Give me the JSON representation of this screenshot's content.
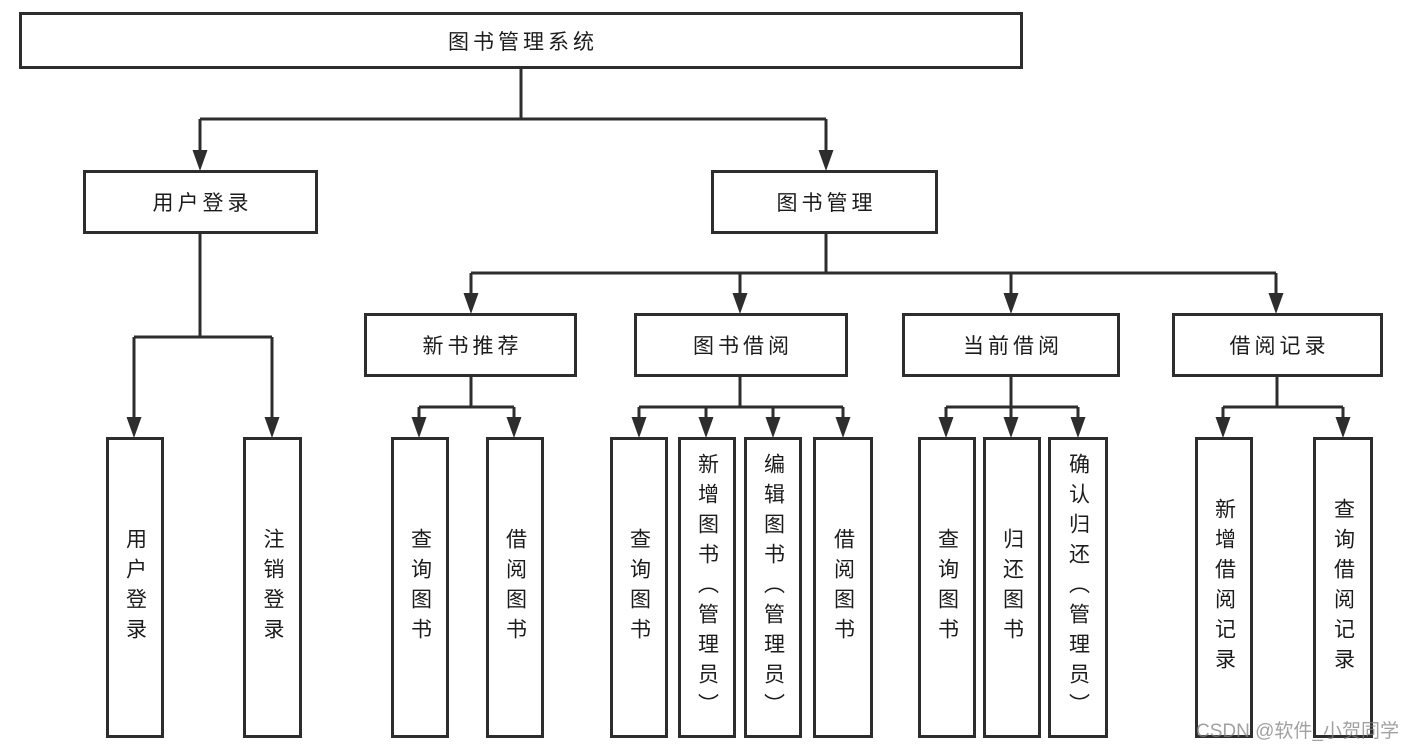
{
  "diagram": {
    "title": "图书管理系统",
    "root": {
      "label": "图书管理系统"
    },
    "level1": [
      {
        "label": "用户登录"
      },
      {
        "label": "图书管理"
      }
    ],
    "level2": [
      {
        "label": "新书推荐",
        "parent": "图书管理"
      },
      {
        "label": "图书借阅",
        "parent": "图书管理"
      },
      {
        "label": "当前借阅",
        "parent": "图书管理"
      },
      {
        "label": "借阅记录",
        "parent": "图书管理"
      }
    ],
    "leaves": [
      {
        "label": "用户登录",
        "parent": "用户登录"
      },
      {
        "label": "注销登录",
        "parent": "用户登录"
      },
      {
        "label": "查询图书",
        "parent": "新书推荐"
      },
      {
        "label": "借阅图书",
        "parent": "新书推荐"
      },
      {
        "label": "查询图书",
        "parent": "图书借阅"
      },
      {
        "label": "新增图书（管理员）",
        "parent": "图书借阅"
      },
      {
        "label": "编辑图书（管理员）",
        "parent": "图书借阅"
      },
      {
        "label": "借阅图书",
        "parent": "图书借阅"
      },
      {
        "label": "查询图书",
        "parent": "当前借阅"
      },
      {
        "label": "归还图书",
        "parent": "当前借阅"
      },
      {
        "label": "确认归还（管理员）",
        "parent": "当前借阅"
      },
      {
        "label": "新增借阅记录",
        "parent": "借阅记录"
      },
      {
        "label": "查询借阅记录",
        "parent": "借阅记录"
      }
    ]
  },
  "watermark": "CSDN @软件_小贺同学",
  "colors": {
    "line": "#2d2d2d",
    "box_border": "#2d2d2d",
    "box_fill": "#ffffff",
    "text": "#1c1c1c",
    "watermark": "#828282",
    "background": "#ffffff"
  }
}
